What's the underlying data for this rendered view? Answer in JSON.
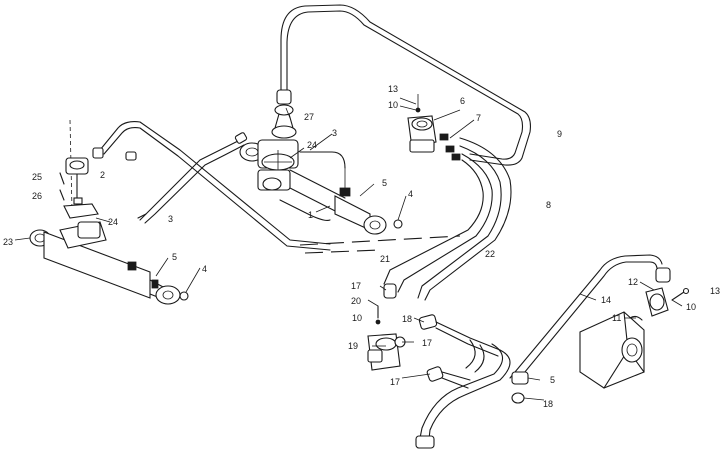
{
  "diagram": {
    "callouts": [
      {
        "id": "c1",
        "text": "1"
      },
      {
        "id": "c2",
        "text": "2"
      },
      {
        "id": "c3a",
        "text": "3"
      },
      {
        "id": "c3b",
        "text": "3"
      },
      {
        "id": "c4a",
        "text": "4"
      },
      {
        "id": "c4b",
        "text": "4"
      },
      {
        "id": "c5a",
        "text": "5"
      },
      {
        "id": "c5b",
        "text": "5"
      },
      {
        "id": "c5c",
        "text": "5"
      },
      {
        "id": "c6",
        "text": "6"
      },
      {
        "id": "c7",
        "text": "7"
      },
      {
        "id": "c8",
        "text": "8"
      },
      {
        "id": "c9",
        "text": "9"
      },
      {
        "id": "c10a",
        "text": "10"
      },
      {
        "id": "c10b",
        "text": "10"
      },
      {
        "id": "c10c",
        "text": "10"
      },
      {
        "id": "c11",
        "text": "11"
      },
      {
        "id": "c12",
        "text": "12"
      },
      {
        "id": "c13a",
        "text": "13"
      },
      {
        "id": "c13b",
        "text": "13"
      },
      {
        "id": "c14",
        "text": "14"
      },
      {
        "id": "c17a",
        "text": "17"
      },
      {
        "id": "c17b",
        "text": "17"
      },
      {
        "id": "c17c",
        "text": "17"
      },
      {
        "id": "c18a",
        "text": "18"
      },
      {
        "id": "c18b",
        "text": "18"
      },
      {
        "id": "c19",
        "text": "19"
      },
      {
        "id": "c20",
        "text": "20"
      },
      {
        "id": "c21",
        "text": "21"
      },
      {
        "id": "c22",
        "text": "22"
      },
      {
        "id": "c23",
        "text": "23"
      },
      {
        "id": "c24a",
        "text": "24"
      },
      {
        "id": "c24b",
        "text": "24"
      },
      {
        "id": "c25",
        "text": "25"
      },
      {
        "id": "c26",
        "text": "26"
      },
      {
        "id": "c27",
        "text": "27"
      }
    ]
  }
}
